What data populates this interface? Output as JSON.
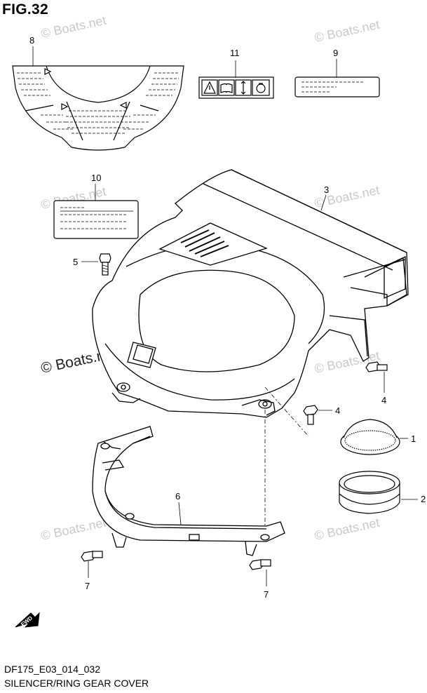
{
  "figure": {
    "title": "FIG.32",
    "model_code": "DF175_E03_014_032",
    "section_name": "SILENCER/RING GEAR COVER"
  },
  "watermark": {
    "text": "© Boats.net"
  },
  "callouts": [
    "8",
    "11",
    "9",
    "10",
    "3",
    "5",
    "4",
    "4",
    "1",
    "2",
    "6",
    "7",
    "7"
  ],
  "direction_badge": "FWD",
  "colors": {
    "line": "#000000",
    "watermark": "#c9c9c9",
    "background": "#ffffff"
  }
}
